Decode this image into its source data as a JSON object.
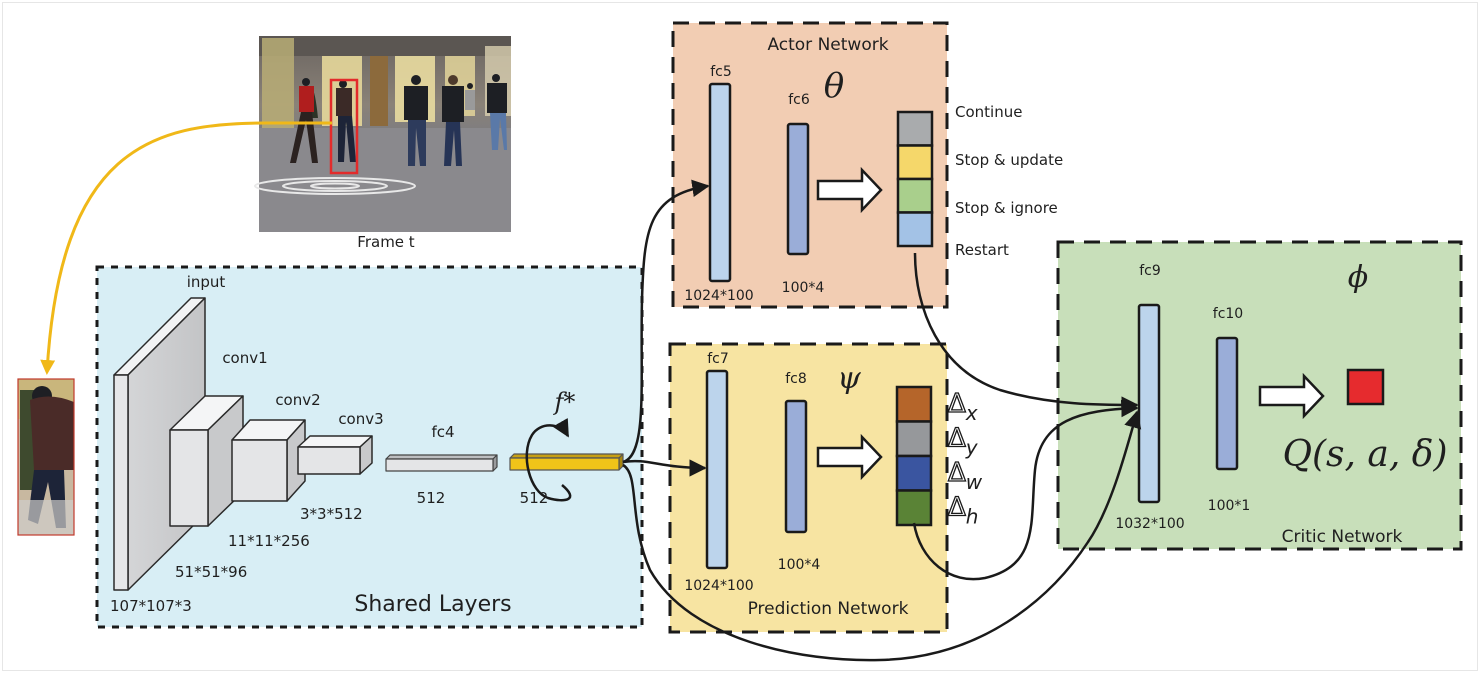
{
  "figure": {
    "frame_caption": "Frame t",
    "colors": {
      "shared_bg": "#d8eef5",
      "actor_bg": "#f2cdb3",
      "prediction_bg": "#f7e4a2",
      "critic_bg": "#c8dfba",
      "fc_light": "#bcd4ec",
      "fc_dark": "#9aadd8",
      "feature_yellow": "#f0c419",
      "yellow_arrow": "#f0b818",
      "bbox_red": "#e32b2b",
      "q_red": "#e62b2e"
    },
    "shared_layers": {
      "title": "Shared Layers",
      "input_label": "input",
      "input_dim": "107*107*3",
      "conv1_label": "conv1",
      "conv1_dim": "51*51*96",
      "conv2_label": "conv2",
      "conv2_dim": "11*11*256",
      "conv3_label": "conv3",
      "conv3_dim": "3*3*512",
      "fc4_label": "fc4",
      "fc4_dim": "512",
      "feature_dim": "512",
      "feature_symbol": "f*"
    },
    "actor_network": {
      "title": "Actor Network",
      "param_symbol": "θ",
      "fc5_label": "fc5",
      "fc5_dim": "1024*100",
      "fc6_label": "fc6",
      "fc6_dim": "100*4",
      "actions": [
        {
          "label": "Continue",
          "color": "#a9abad"
        },
        {
          "label": "Stop & update",
          "color": "#f5d76a"
        },
        {
          "label": "Stop & ignore",
          "color": "#a9cf8c"
        },
        {
          "label": "Restart",
          "color": "#a3c2e6"
        }
      ]
    },
    "prediction_network": {
      "title": "Prediction Network",
      "param_symbol": "ψ",
      "fc7_label": "fc7",
      "fc7_dim": "1024*100",
      "fc8_label": "fc8",
      "fc8_dim": "100*4",
      "outputs": [
        {
          "label": "Δx",
          "color": "#b5652a"
        },
        {
          "label": "Δy",
          "color": "#96989b"
        },
        {
          "label": "Δw",
          "color": "#3a55a0"
        },
        {
          "label": "Δh",
          "color": "#5a8336"
        }
      ]
    },
    "critic_network": {
      "title": "Critic Network",
      "param_symbol": "ϕ",
      "fc9_label": "fc9",
      "fc9_dim": "1032*100",
      "fc10_label": "fc10",
      "fc10_dim": "100*1",
      "q_label": "Q(s, a, δ)"
    }
  }
}
